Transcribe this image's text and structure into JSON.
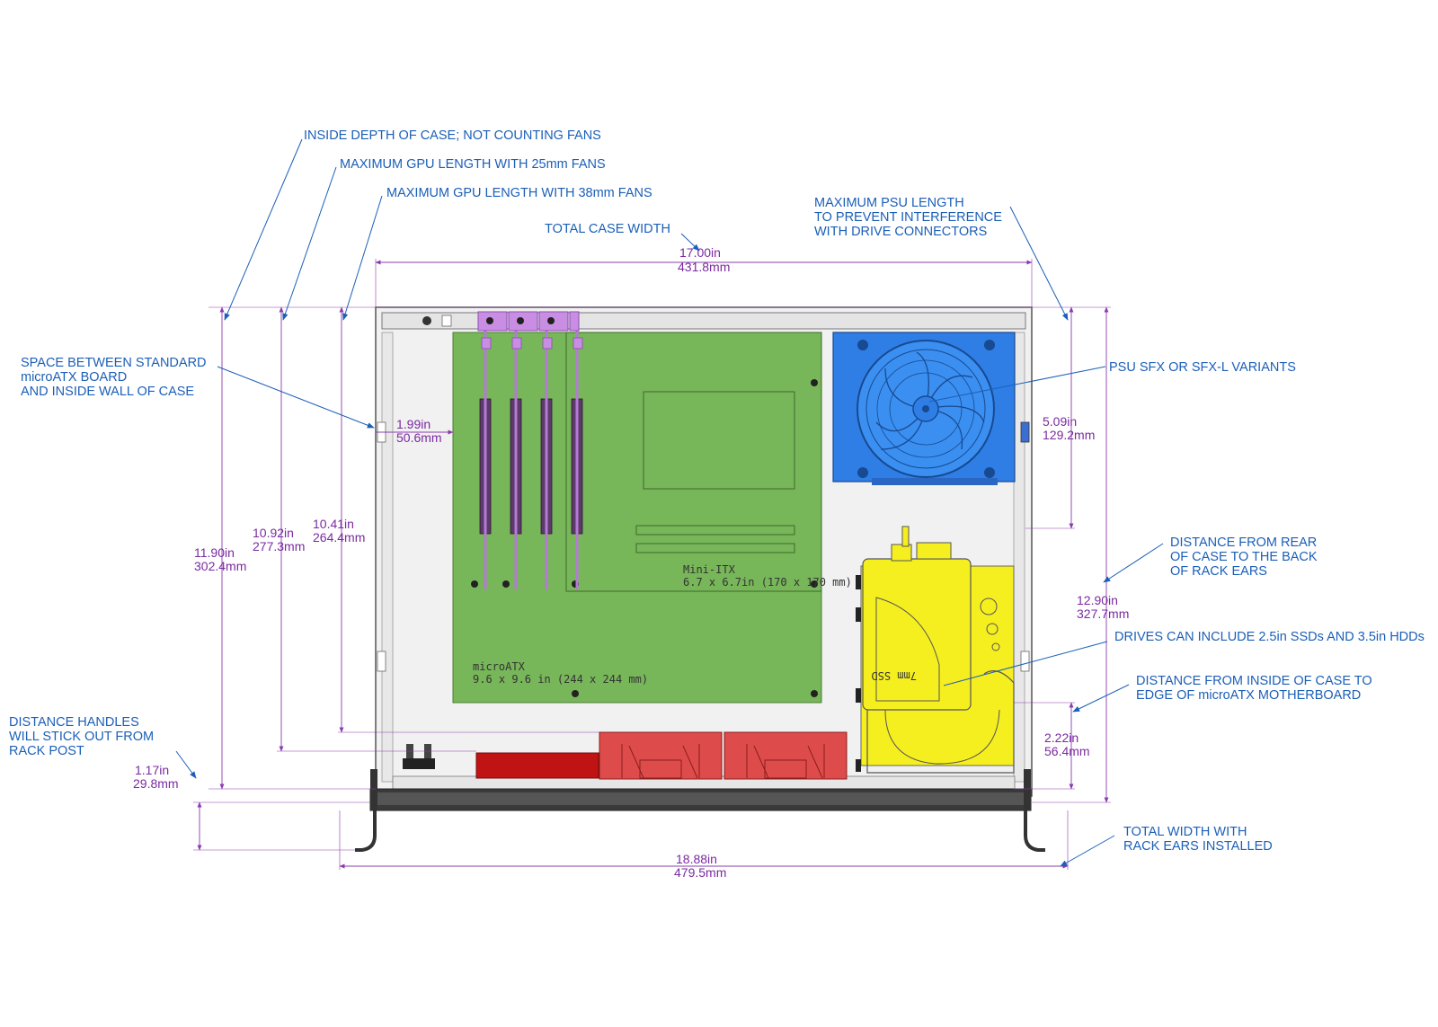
{
  "annotations": {
    "inside_depth": "INSIDE DEPTH OF CASE; NOT COUNTING FANS",
    "gpu_25": "MAXIMUM GPU LENGTH WITH 25mm FANS",
    "gpu_38": "MAXIMUM GPU LENGTH WITH 38mm FANS",
    "total_case_width": "TOTAL CASE WIDTH",
    "psu_length": [
      "MAXIMUM PSU LENGTH",
      "TO PREVENT INTERFERENCE",
      "WITH DRIVE CONNECTORS"
    ],
    "space_between": [
      "SPACE BETWEEN STANDARD",
      "microATX BOARD",
      "AND INSIDE WALL OF CASE"
    ],
    "psu_variants": "PSU SFX OR SFX-L VARIANTS",
    "rear_to_ears": [
      "DISTANCE FROM REAR",
      "OF CASE TO THE BACK",
      "OF RACK EARS"
    ],
    "drives": "DRIVES CAN INCLUDE 2.5in SSDs AND 3.5in HDDs",
    "inside_to_board": [
      "DISTANCE FROM INSIDE OF CASE TO",
      "EDGE OF microATX  MOTHERBOARD"
    ],
    "handles": [
      "DISTANCE HANDLES",
      "WILL STICK OUT FROM",
      "RACK POST"
    ],
    "total_with_ears": [
      "TOTAL WIDTH WITH",
      "RACK EARS INSTALLED"
    ]
  },
  "dimensions": {
    "case_width": {
      "in": "17.00in",
      "mm": "431.8mm"
    },
    "board_gap": {
      "in": "1.99in",
      "mm": "50.6mm"
    },
    "psu_len": {
      "in": "5.09in",
      "mm": "129.2mm"
    },
    "inside_depth": {
      "in": "11.90in",
      "mm": "302.4mm"
    },
    "gpu25": {
      "in": "10.92in",
      "mm": "277.3mm"
    },
    "gpu38": {
      "in": "10.41in",
      "mm": "264.4mm"
    },
    "rear_ears": {
      "in": "12.90in",
      "mm": "327.7mm"
    },
    "case_to_board": {
      "in": "2.22in",
      "mm": "56.4mm"
    },
    "handles": {
      "in": "1.17in",
      "mm": "29.8mm"
    },
    "total_width": {
      "in": "18.88in",
      "mm": "479.5mm"
    }
  },
  "board_labels": {
    "microatx": "microATX",
    "microatx_size": "9.6 x 9.6 in (244 x 244 mm)",
    "miniitx": "Mini-ITX",
    "miniitx_size": "6.7 x 6.7in (170 x 170 mm)",
    "ssd": "7mm SSD"
  },
  "colors": {
    "board": "#78b65a",
    "psu": "#2f7ee6",
    "drive": "#f6ef20",
    "fans": "#de4b4b",
    "pcie_bracket": "#c98ee3",
    "dimension": "#7a2aa0",
    "note": "#1b5fb8"
  }
}
